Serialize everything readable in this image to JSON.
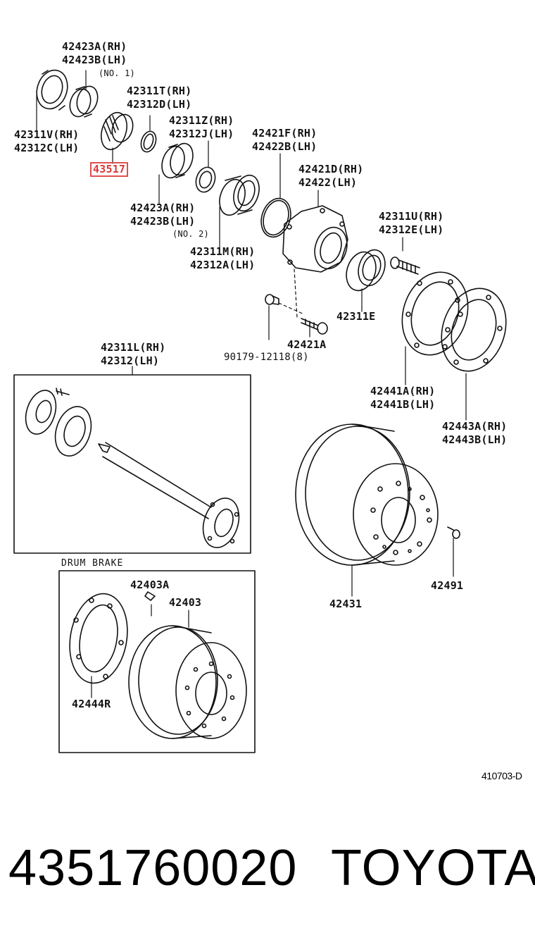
{
  "labels": {
    "l_42423A": "42423A(RH)\n42423B(LH)",
    "l_no1": "(NO. 1)",
    "l_42311T": "42311T(RH)\n42312D(LH)",
    "l_42311Z": "42311Z(RH)\n42312J(LH)",
    "l_42421F": "42421F(RH)\n42422B(LH)",
    "l_42311V": "42311V(RH)\n42312C(LH)",
    "l_43517": "43517",
    "l_42421D": "42421D(RH)\n42422(LH)",
    "l_42423A2": "42423A(RH)\n42423B(LH)",
    "l_no2": "(NO. 2)",
    "l_42311U": "42311U(RH)\n42312E(LH)",
    "l_42311M": "42311M(RH)\n42312A(LH)",
    "l_42311E": "42311E",
    "l_42421A": "42421A",
    "l_90179": "90179-12118(8)",
    "l_42311L": "42311L(RH)\n42312(LH)",
    "l_42441A": "42441A(RH)\n42441B(LH)",
    "l_42443A": "42443A(RH)\n42443B(LH)",
    "l_42491": "42491",
    "l_42431": "42431",
    "l_drum": "DRUM BRAKE",
    "l_42403A": "42403A",
    "l_42403": "42403",
    "l_42444R": "42444R"
  },
  "page_code": "410703-D",
  "part_number": "4351760020",
  "brand": "TOYOTA",
  "highlight_color": "#e05050"
}
